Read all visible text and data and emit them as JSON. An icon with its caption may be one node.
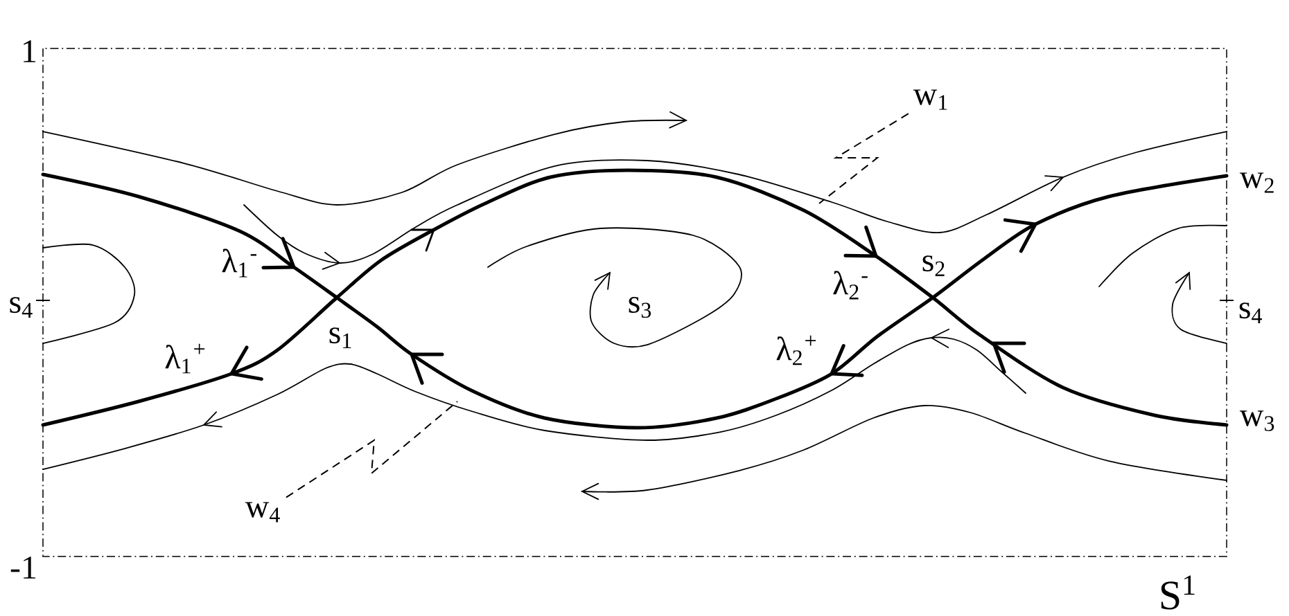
{
  "diagram": {
    "nodes": [
      {
        "text": [
          "w$_{1}$"
        ]
      },
      {
        "text": [
          "w$_{4}$"
        ]
      }
    ],
    "edges": [
      {
        "from": 0,
        "to": null,
        "arrow": "none",
        "style": "dashed"
      },
      {
        "from": 1,
        "to": null,
        "arrow": "none",
        "style": "dashed"
      }
    ],
    "labels": [
      "1",
      "w$_{2}$",
      "λ$_{1}$$^{-}$",
      "λ$_{2}$$^{-}$",
      "s$_{2}$",
      "s$_{4}$",
      "s$_{3}$",
      "s$_{4}$",
      "λ$_{1}$$^{+}$",
      "s$_{1}$",
      "λ$_{2}$$^{+}$",
      "w$_{3}$",
      "-1",
      "S$^{1}$"
    ]
  }
}
